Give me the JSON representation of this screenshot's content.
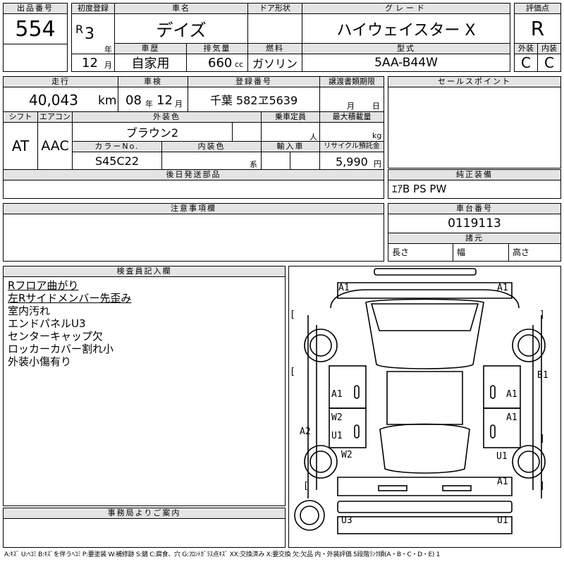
{
  "lot": {
    "label": "出品番号",
    "value": "554"
  },
  "first_reg": {
    "label": "初度登録",
    "era": "R",
    "year": "3",
    "year_unit": "年",
    "month": "12",
    "month_unit": "月"
  },
  "car_name": {
    "label": "車名",
    "value": "デイズ"
  },
  "door": {
    "label": "ドア形状",
    "value": ""
  },
  "grade": {
    "label": "グレード",
    "value": "ハイウェイスター X"
  },
  "score": {
    "label": "評価点",
    "value": "R"
  },
  "history": {
    "label": "車歴",
    "value": "自家用"
  },
  "displacement": {
    "label": "排気量",
    "value": "660",
    "unit": "cc"
  },
  "fuel": {
    "label": "燃料",
    "value": "ガソリン"
  },
  "model": {
    "label": "型式",
    "value": "5AA-B44W"
  },
  "ext_grade": {
    "label": "外装",
    "value": "C"
  },
  "int_grade": {
    "label": "内装",
    "value": "C"
  },
  "mileage": {
    "label": "走行",
    "value": "40,043",
    "unit": "km"
  },
  "inspection": {
    "label": "車検",
    "year": "08",
    "year_unit": "年",
    "month": "12",
    "month_unit": "月"
  },
  "plate": {
    "label": "登録番号",
    "value": "千葉 582ヱ5639"
  },
  "transfer": {
    "label": "譲渡書類期限",
    "month_unit": "月",
    "day_unit": "日"
  },
  "sales_point": {
    "label": "セールスポイント"
  },
  "shift": {
    "label": "シフト",
    "value": "AT"
  },
  "aircon": {
    "label": "エアコン",
    "value": "AAC"
  },
  "ext_color": {
    "label": "外装色",
    "value": "ブラウン2"
  },
  "capacity": {
    "label": "乗車定員",
    "unit": "人"
  },
  "max_load": {
    "label": "最大積載量",
    "unit": "kg"
  },
  "color_no": {
    "label": "カラーNo.",
    "value": "S45C22"
  },
  "int_color": {
    "label": "内装色",
    "unit": "系"
  },
  "import": {
    "label": "輸入車"
  },
  "recycle": {
    "label": "リサイクル預託金",
    "value": "5,990",
    "unit": "円"
  },
  "later_parts": {
    "label": "後日発送部品"
  },
  "equipment": {
    "label": "純正装備",
    "value": "ｴｱB PS PW"
  },
  "notes": {
    "label": "注意事項欄"
  },
  "chassis": {
    "label": "車台番号",
    "value": "0119113"
  },
  "dims": {
    "label": "諸元",
    "length": "長さ",
    "width": "幅",
    "height": "高さ"
  },
  "inspector": {
    "label": "検査員記入欄",
    "lines": [
      "Rフロア曲がり",
      "左Rサイドメンバー先歪み",
      "室内汚れ",
      "エンドパネルU3",
      "センターキャップ欠",
      "ロッカーカバー割れ小",
      "外装小傷有り"
    ]
  },
  "office": {
    "label": "事務局よりご案内"
  },
  "damage_marks": [
    "A1",
    "A1",
    "B1",
    "A1",
    "A1",
    "W2",
    "A1",
    "U1",
    "A2",
    "W2",
    "U1",
    "A1",
    "U3",
    "U1"
  ],
  "bracket_marks": [
    "[",
    "]",
    "[",
    "]",
    "[",
    "]"
  ],
  "legend": "A:ｷｽﾞ U:ﾍｺﾐ B:ｷｽﾞを伴うﾍｺﾐ P:要塗装 W:補修跡 S:錆 C:腐食、穴 G:ﾌﾛﾝﾄｶﾞﾗｽ点ｷｽﾞ XX:交換済み X:要交換 欠:欠品 内・外装評価 5段階ﾗﾝｸ順(A・B・C・D・E) 1"
}
